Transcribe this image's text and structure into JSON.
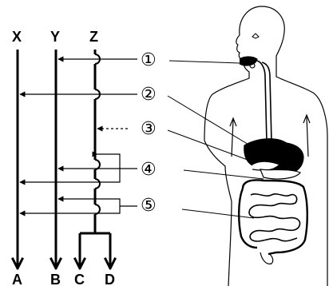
{
  "top_labels": {
    "x": "X",
    "y": "Y",
    "z": "Z"
  },
  "bottom_labels": {
    "a": "A",
    "b": "B",
    "c": "C",
    "d": "D"
  },
  "markers": [
    "①",
    "②",
    "③",
    "④",
    "⑤"
  ],
  "colors": {
    "ink": "#000000",
    "paper": "#ffffff"
  }
}
